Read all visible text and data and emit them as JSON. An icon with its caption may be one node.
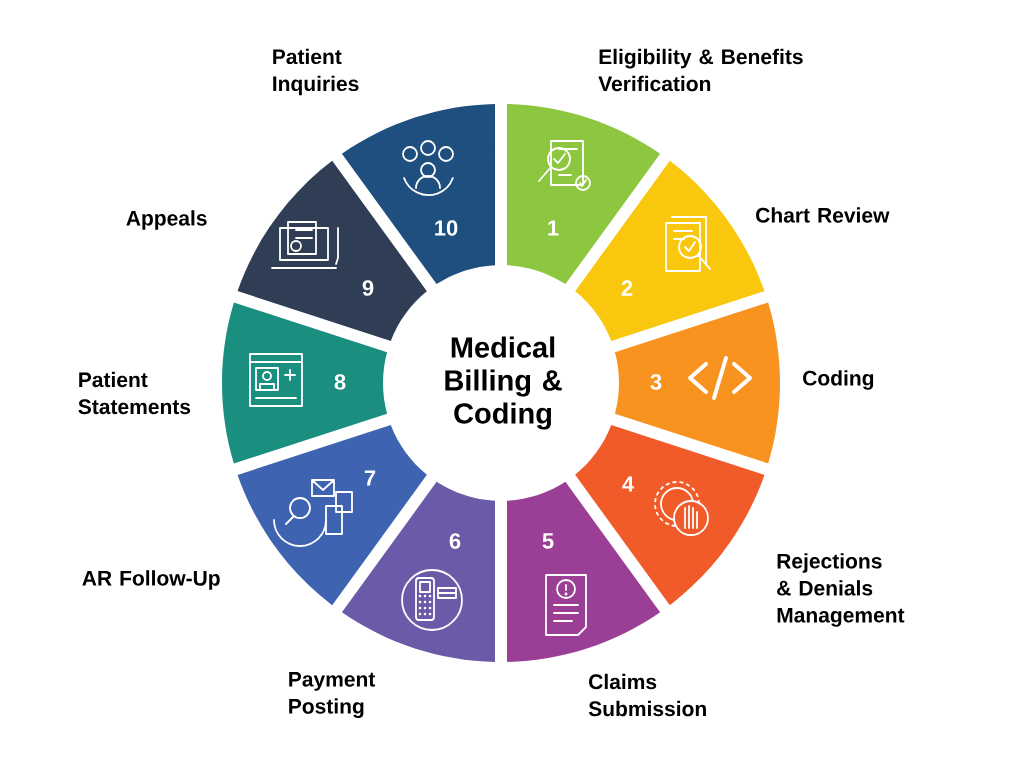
{
  "diagram": {
    "nodes": [
      {
        "text": [
          "Medical Billing & Coding"
        ]
      },
      {
        "text": [
          "Eligibility & Benefits Verification",
          "1"
        ]
      },
      {
        "text": [
          "Chart Review",
          "2"
        ]
      },
      {
        "text": [
          "3",
          "Coding"
        ]
      },
      {
        "text": [
          "4",
          "Rejections & Denials Management"
        ]
      },
      {
        "text": [
          "5",
          "Claims Submission"
        ]
      },
      {
        "text": [
          "6",
          "Payment Posting"
        ]
      },
      {
        "text": [
          "7",
          "AR Follow-Up"
        ]
      },
      {
        "text": [
          "Patient Statements",
          "8"
        ]
      },
      {
        "text": [
          "Appeals",
          "9"
        ]
      },
      {
        "text": [
          "Patient Inquiries",
          "10"
        ]
      }
    ]
  }
}
